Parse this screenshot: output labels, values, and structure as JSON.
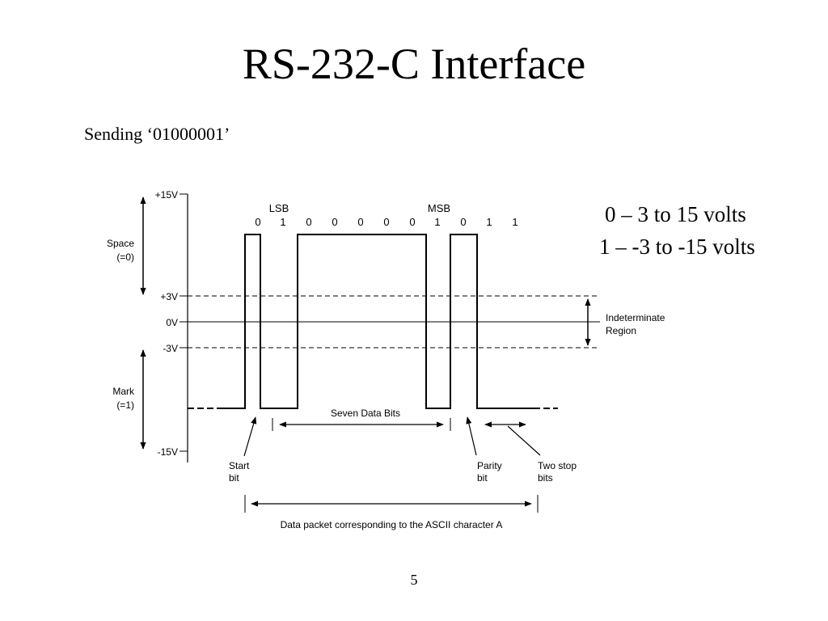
{
  "slide": {
    "title": "RS-232-C Interface",
    "subtitle": "Sending  ‘01000001’",
    "notes": [
      "0 – 3 to 15 volts",
      "1 – -3 to -15 volts"
    ],
    "page_number": "5"
  },
  "diagram": {
    "voltage_labels": [
      "+15V",
      "+3V",
      "0V",
      "-3V",
      "-15V"
    ],
    "space_label": [
      "Space",
      "(=0)"
    ],
    "mark_label": [
      "Mark",
      "(=1)"
    ],
    "indeterminate_label": [
      "Indeterminate",
      "Region"
    ],
    "lsb_label": "LSB",
    "msb_label": "MSB",
    "bit_values": [
      "0",
      "1",
      "0",
      "0",
      "0",
      "0",
      "0",
      "1",
      "0",
      "1",
      "1"
    ],
    "seven_data_bits_label": "Seven Data Bits",
    "start_bit_label": [
      "Start",
      "bit"
    ],
    "parity_bit_label": [
      "Parity",
      "bit"
    ],
    "two_stop_bits_label": [
      "Two stop",
      "bits"
    ],
    "packet_label": "Data packet corresponding to the ASCII character A"
  }
}
